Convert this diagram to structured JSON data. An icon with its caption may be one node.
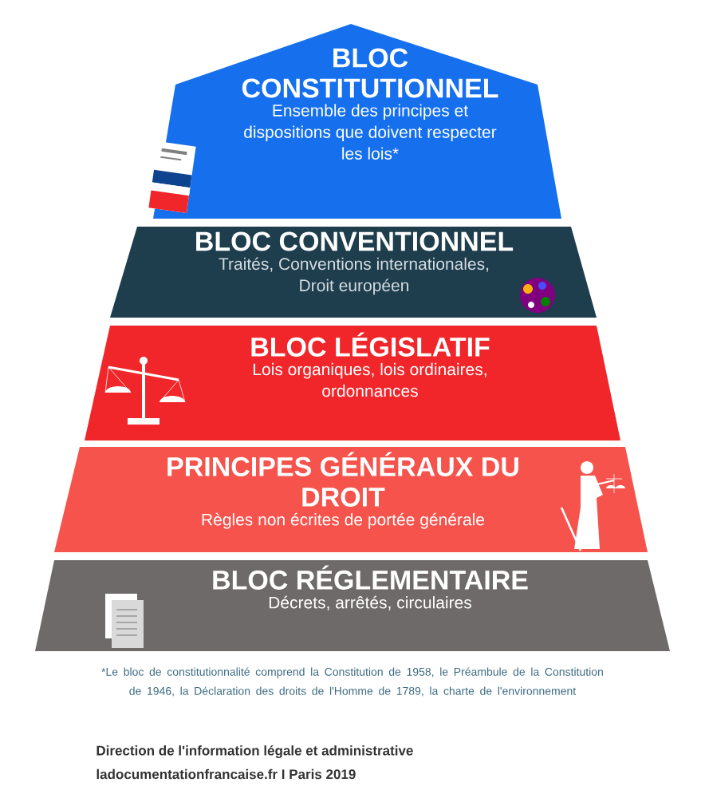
{
  "diagram": {
    "nodes": [
      {
        "text": [
          "BLOC CONSTITUTIONNEL",
          "Ensemble des principes et dispositions que doivent respecter les lois*"
        ]
      },
      {
        "text": [
          "BLOC CONVENTIONNEL",
          "Traités, Conventions internationales, Droit européen"
        ]
      },
      {
        "text": [
          "BLOC LÉGISLATIF",
          "Lois organiques, lois ordinaires, ordonnances"
        ]
      },
      {
        "text": [
          "PRINCIPES GÉNÉRAUX DU DROIT",
          "Règles non écrites de portée générale"
        ]
      },
      {
        "text": [
          "BLOC RÉGLEMENTAIRE",
          "Décrets, arrêtés, circulaires"
        ]
      }
    ],
    "labels": [
      "*Le bloc de constitutionnalité comprend la Constitution de 1958, le Préambule de la Constitution de 1946, la Déclaration des droits de l'Homme de 1789, la charte de l'environnement",
      "Direction de l'information légale et administrative",
      "ladocumentationfrancaise.fr I Paris 2019"
    ]
  }
}
